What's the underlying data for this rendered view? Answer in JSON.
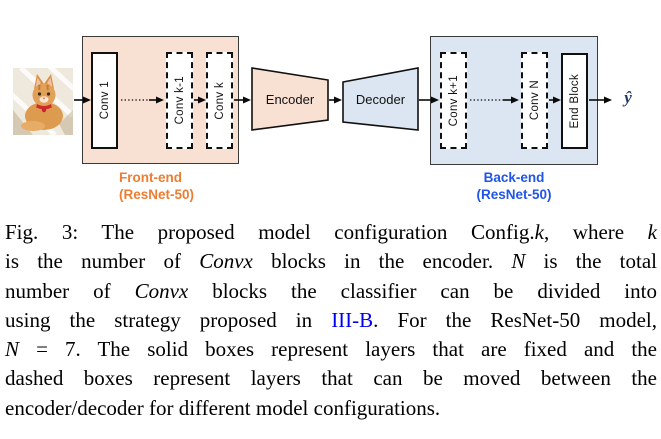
{
  "diagram": {
    "input_image": {
      "description": "photo of an orange tabby cat with red collar lying on a light surface"
    },
    "front_end": {
      "label_line1": "Front-end",
      "label_line2": "(ResNet-50)",
      "blocks": [
        {
          "label": "Conv 1",
          "style": "solid"
        },
        {
          "label": "Conv k-1",
          "style": "dashed"
        },
        {
          "label": "Conv k",
          "style": "dashed"
        }
      ]
    },
    "encoder_label": "Encoder",
    "decoder_label": "Decoder",
    "back_end": {
      "label_line1": "Back-end",
      "label_line2": "(ResNet-50)",
      "blocks": [
        {
          "label": "Conv k+1",
          "style": "dashed"
        },
        {
          "label": "Conv N",
          "style": "dashed"
        },
        {
          "label": "End Block",
          "style": "solid"
        }
      ]
    },
    "output_label": "ŷ"
  },
  "colors": {
    "front_fill": "#f8e1d3",
    "back_fill": "#dce6f2",
    "front_accent": "#ed7d31",
    "back_accent": "#2154e8",
    "reference_link": "#0000ee",
    "output_symbol": "#203864"
  },
  "caption": {
    "figure_number": "Fig. 3",
    "lines": [
      {
        "segments": [
          {
            "text": "Fig. 3: The proposed model configuration Config.",
            "style": "roman"
          },
          {
            "text": "k",
            "style": "italic"
          },
          {
            "text": ", where ",
            "style": "roman"
          },
          {
            "text": "k",
            "style": "italic"
          }
        ]
      },
      {
        "segments": [
          {
            "text": "is the number of ",
            "style": "roman"
          },
          {
            "text": "Convx",
            "style": "italic"
          },
          {
            "text": " blocks in the encoder. ",
            "style": "roman"
          },
          {
            "text": "N",
            "style": "italic"
          },
          {
            "text": " is the total",
            "style": "roman"
          }
        ]
      },
      {
        "segments": [
          {
            "text": "number of ",
            "style": "roman"
          },
          {
            "text": "Convx",
            "style": "italic"
          },
          {
            "text": " blocks the classifier can be divided into",
            "style": "roman"
          }
        ]
      },
      {
        "segments": [
          {
            "text": "using the strategy proposed in ",
            "style": "roman"
          },
          {
            "text": "III-B",
            "style": "link"
          },
          {
            "text": ". For the ResNet-50 model,",
            "style": "roman"
          }
        ]
      },
      {
        "segments": [
          {
            "text": "N",
            "style": "italic"
          },
          {
            "text": " = 7. The solid boxes represent layers that are fixed and the",
            "style": "roman"
          }
        ]
      },
      {
        "segments": [
          {
            "text": "dashed boxes represent layers that can be moved between the",
            "style": "roman"
          }
        ]
      },
      {
        "segments": [
          {
            "text": "encoder/decoder for different model configurations.",
            "style": "roman"
          }
        ]
      }
    ]
  }
}
